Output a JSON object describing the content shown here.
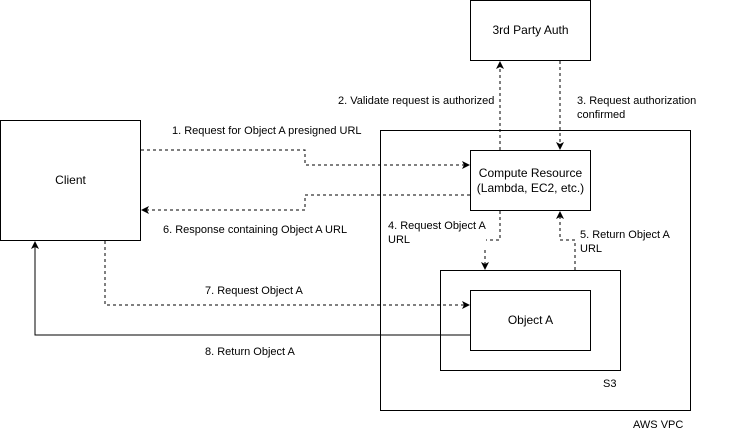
{
  "diagram": {
    "nodes": {
      "client": "Client",
      "third_party_auth": "3rd Party Auth",
      "compute": "Compute Resource\n(Lambda, EC2, etc.)",
      "object_a": "Object A"
    },
    "containers": {
      "vpc": "AWS VPC",
      "s3": "S3"
    },
    "edges": [
      {
        "id": "e1",
        "from": "client",
        "to": "compute",
        "style": "dashed",
        "label": "1. Request for Object A presigned URL"
      },
      {
        "id": "e2",
        "from": "compute",
        "to": "third_party_auth",
        "style": "dashed",
        "label": "2. Validate request is authorized"
      },
      {
        "id": "e3",
        "from": "third_party_auth",
        "to": "compute",
        "style": "dashed",
        "label": "3. Request authorization confirmed"
      },
      {
        "id": "e4",
        "from": "compute",
        "to": "s3",
        "style": "dashed",
        "label": "4. Request Object A\nURL"
      },
      {
        "id": "e5",
        "from": "s3",
        "to": "compute",
        "style": "dashed",
        "label": "5. Return Object A\nURL"
      },
      {
        "id": "e6",
        "from": "compute",
        "to": "client",
        "style": "dashed",
        "label": "6. Response containing Object A URL"
      },
      {
        "id": "e7",
        "from": "client",
        "to": "object_a",
        "style": "dashed",
        "label": "7. Request Object A"
      },
      {
        "id": "e8",
        "from": "object_a",
        "to": "client",
        "style": "solid",
        "label": "8. Return Object A"
      }
    ]
  }
}
